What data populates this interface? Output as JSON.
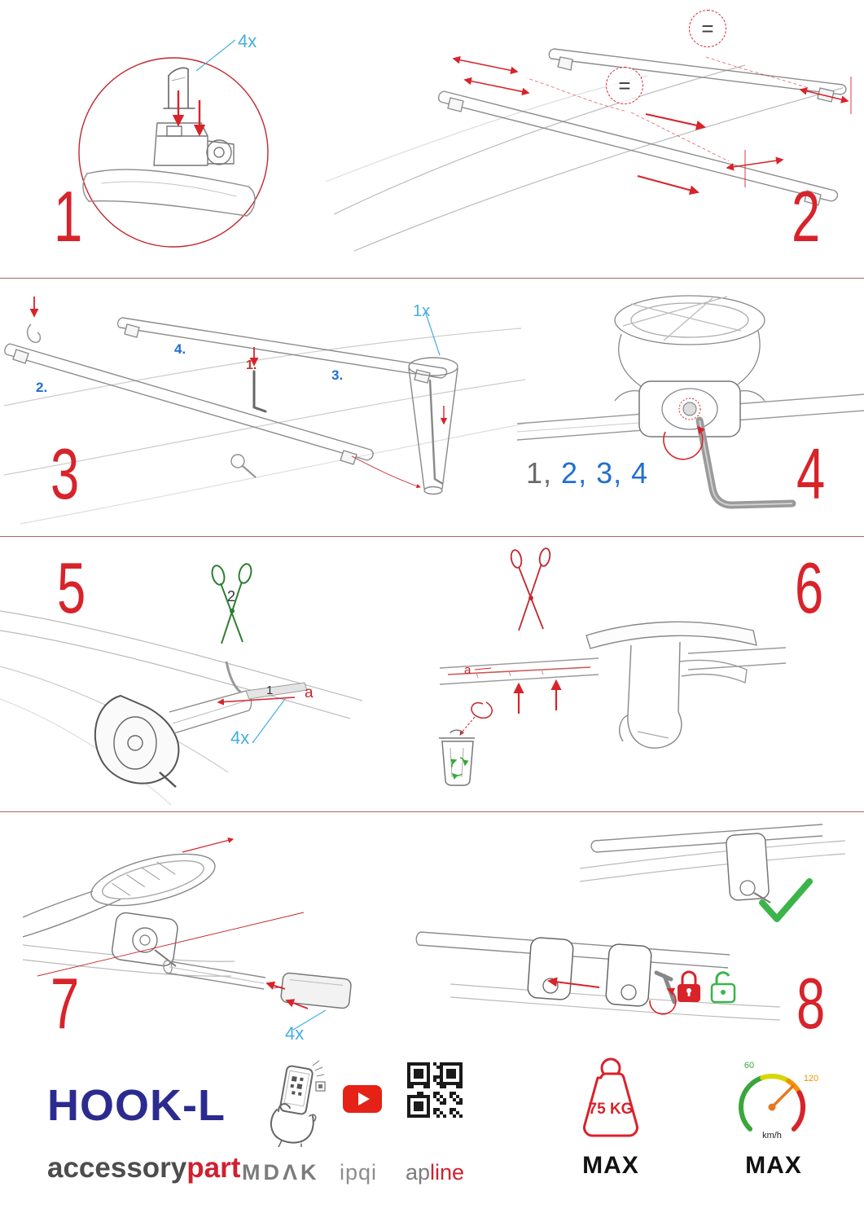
{
  "colors": {
    "step_number_red": "#d8232a",
    "label_blue": "#45aee0",
    "sequence_blue": "#1f6fd2",
    "brand_navy": "#2b2b8f",
    "brand_red": "#cf2030",
    "green": "#3bb54a"
  },
  "steps": {
    "step1": {
      "number": "1",
      "quantity_label": "4x"
    },
    "step2": {
      "number": "2",
      "equal_sign_1": "=",
      "equal_sign_2": "="
    },
    "step3": {
      "number": "3",
      "quantity_label": "1x",
      "substep_1": "1.",
      "substep_2": "2.",
      "substep_3": "3.",
      "substep_4": "4."
    },
    "step4": {
      "number": "4",
      "sequence_first": "1,",
      "sequence_rest": "2, 3, 4"
    },
    "step5": {
      "number": "5",
      "label_1": "1",
      "label_2": "2",
      "label_a": "a",
      "quantity_label": "4x"
    },
    "step6": {
      "number": "6",
      "label_a": "a"
    },
    "step7": {
      "number": "7",
      "quantity_label": "4x"
    },
    "step8": {
      "number": "8"
    }
  },
  "footer": {
    "product_name": "HOOK-L",
    "brand_prefix": "accessory",
    "brand_suffix": "part",
    "logo_mdak": "MDΛK",
    "logo_ipqi": "ipqi",
    "logo_apline_prefix": "ap",
    "logo_apline_suffix": "line",
    "weight_limit": "75 KG",
    "weight_max_label": "MAX",
    "speed_tick_low": "60",
    "speed_tick_high": "120",
    "speed_unit": "km/h",
    "speed_max_label": "MAX"
  }
}
